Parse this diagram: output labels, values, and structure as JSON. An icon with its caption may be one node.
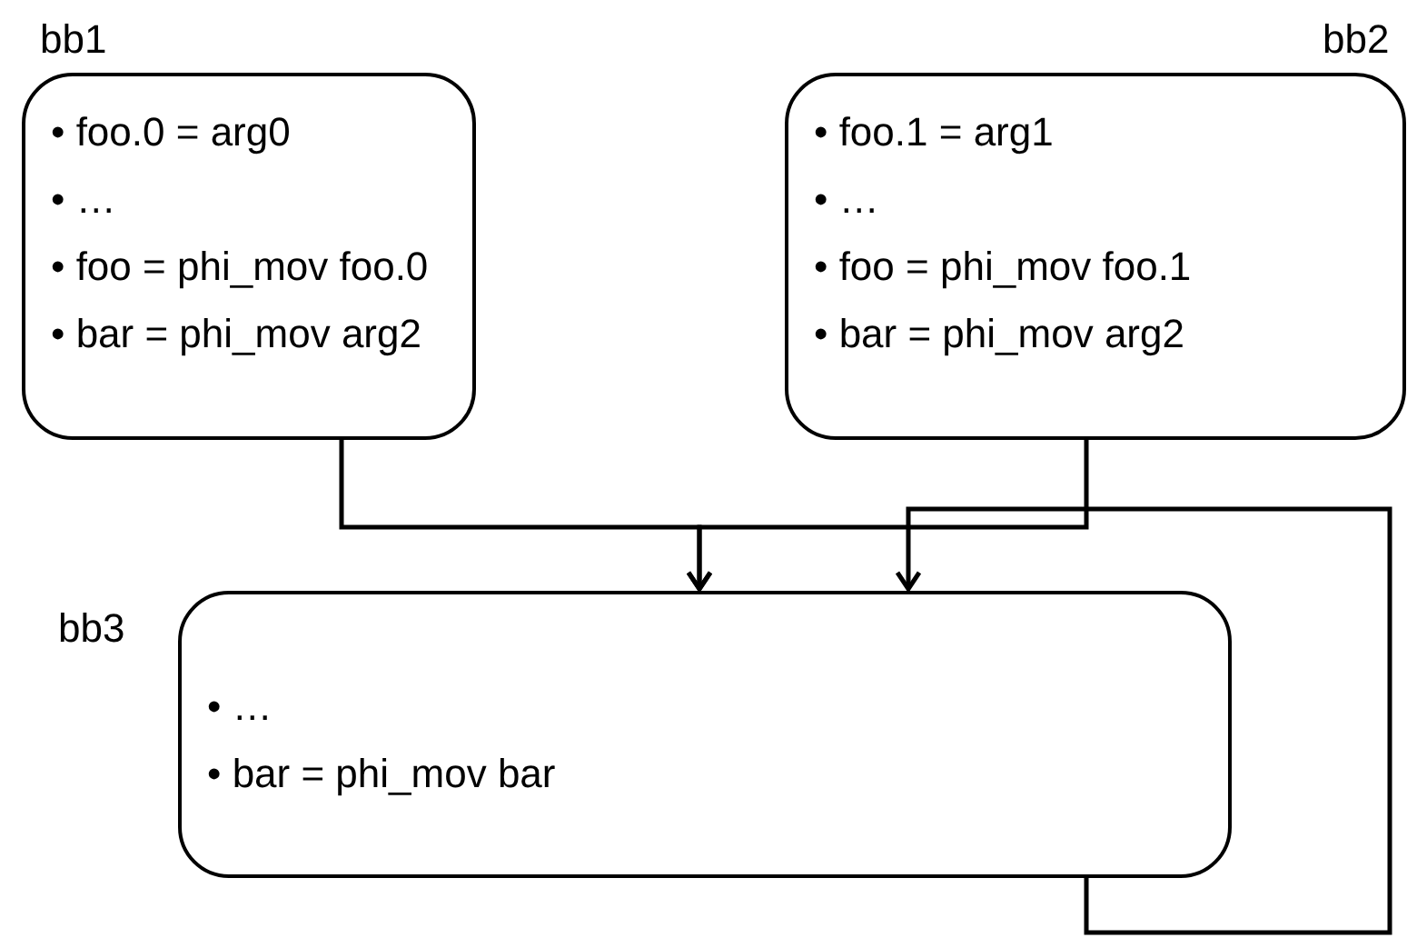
{
  "diagram": {
    "nodes": [
      {
        "text": [
          "bb1",
          "• foo.0 = arg0",
          "• …",
          "• foo = phi_mov foo.0",
          "• bar = phi_mov arg2"
        ]
      },
      {
        "text": [
          "bb2",
          "• foo.1 = arg1",
          "• …",
          "• foo = phi_mov foo.1",
          "• bar = phi_mov arg2"
        ]
      },
      {
        "text": [
          "bb3",
          "• …",
          "• bar = phi_mov bar"
        ]
      }
    ],
    "edges": [
      {
        "from": 0,
        "to": 2,
        "arrow": "to"
      },
      {
        "from": 1,
        "to": 2,
        "arrow": "to"
      },
      {
        "from": 2,
        "to": 2,
        "arrow": "to"
      }
    ]
  }
}
